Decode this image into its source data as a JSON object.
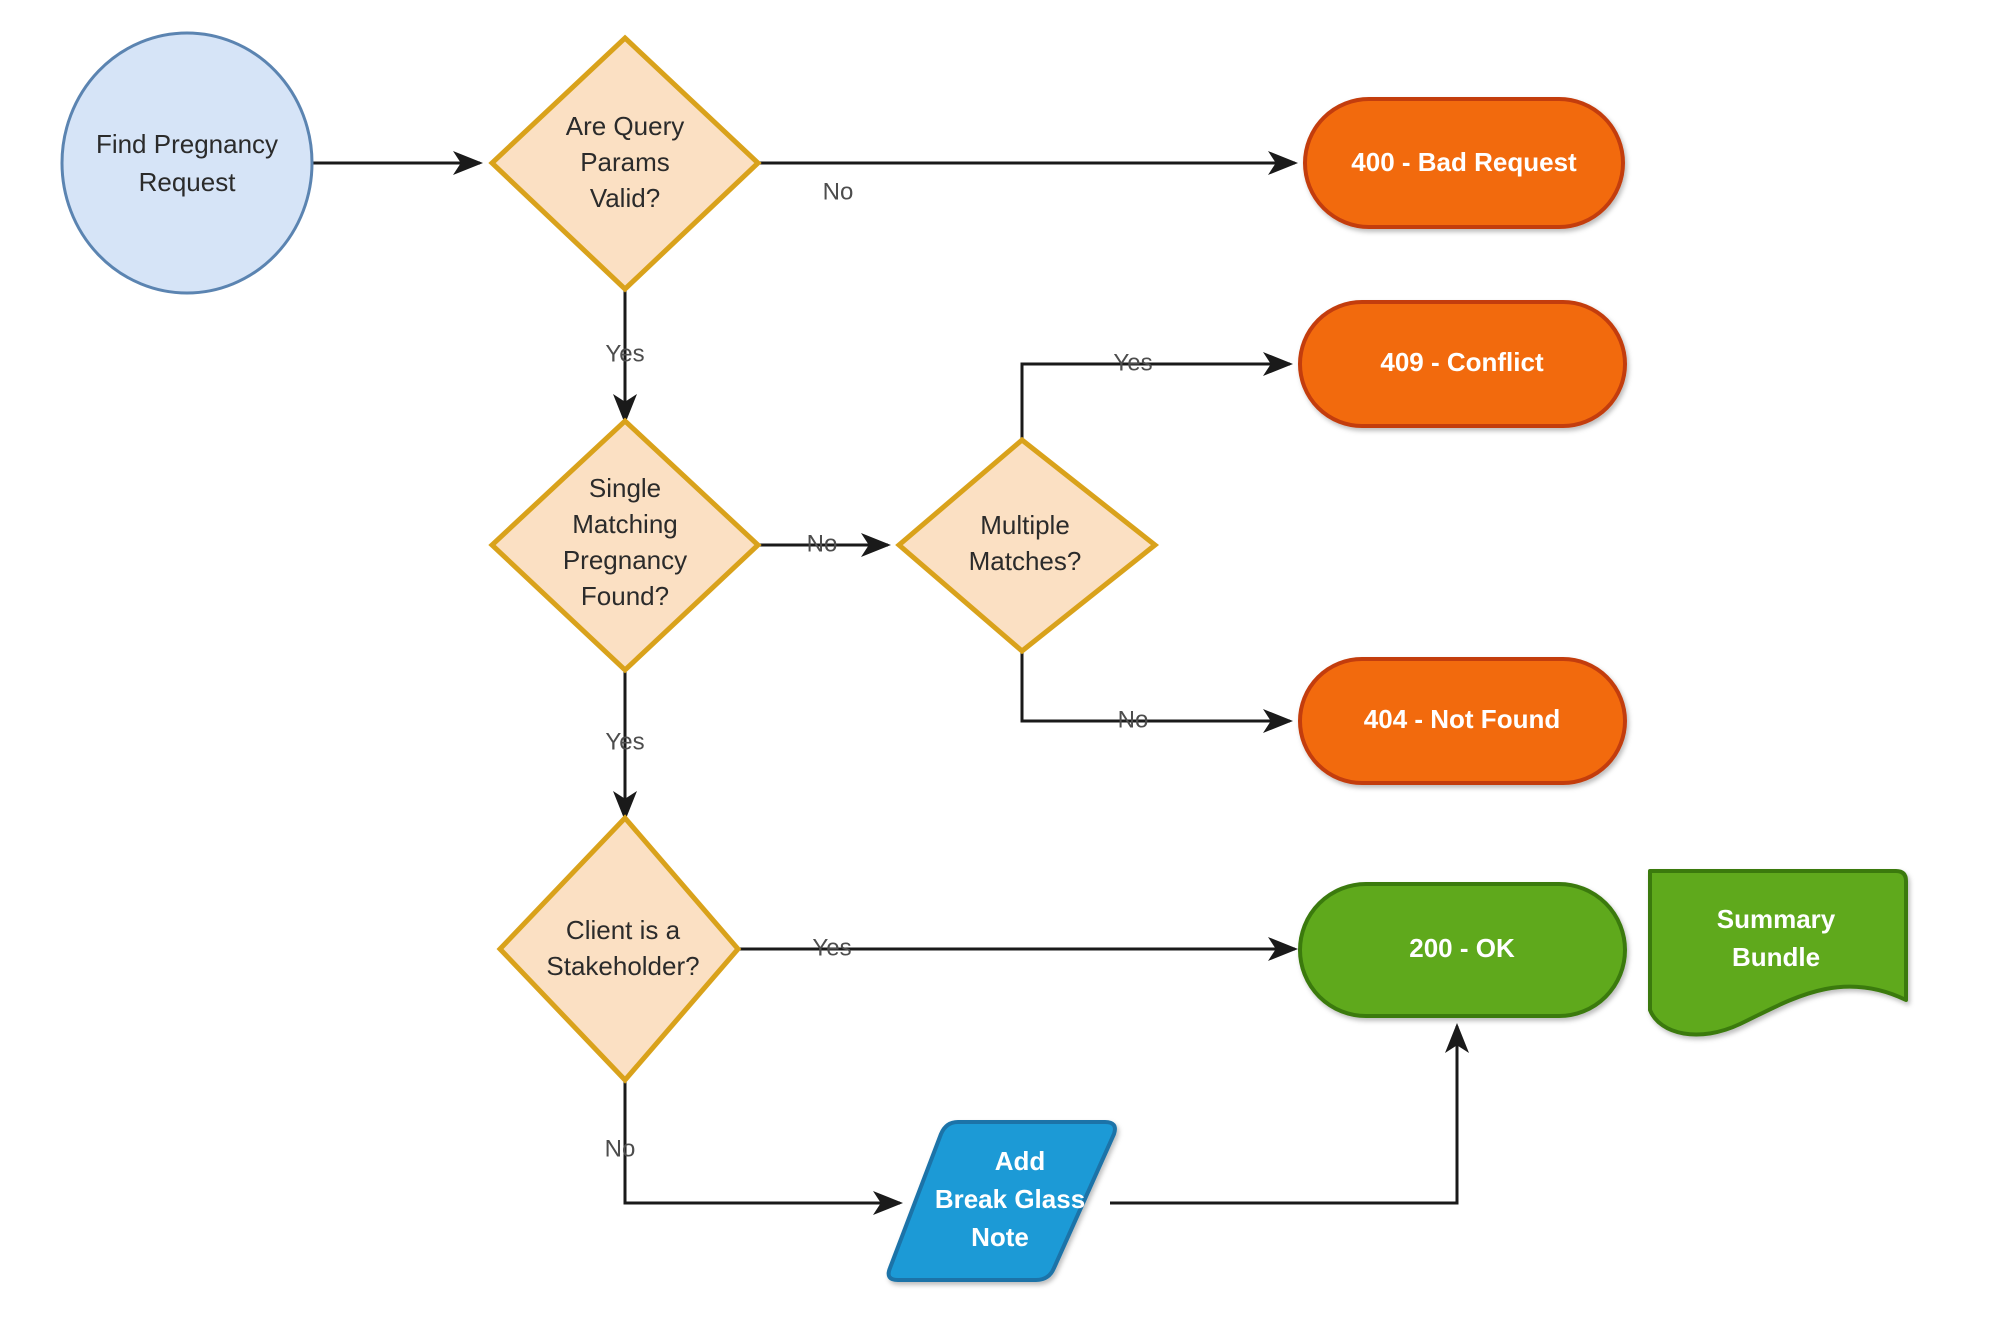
{
  "diagram": {
    "title": "Find Pregnancy Request Flow",
    "background": "#ffffff",
    "palette": {
      "start_fill": "#D6E4F7",
      "start_stroke": "#5B84B1",
      "decision_fill": "#FBE0C3",
      "decision_stroke": "#D9A21B",
      "error_fill": "#F26B0F",
      "error_stroke": "#C33C0A",
      "success_fill": "#5EA91E",
      "success_stroke": "#3A7A0E",
      "process_fill": "#1E9AD6",
      "process_stroke": "#1A73A8",
      "edge_color": "#1a1a1a",
      "label_dark": "#4d4d4d",
      "label_light": "#ffffff"
    }
  },
  "nodes": {
    "start": {
      "id": "find-pregnancy-request",
      "shape": "ellipse",
      "lines": [
        "Find Pregnancy",
        "Request"
      ],
      "text": "Find Pregnancy Request"
    },
    "decision_params": {
      "id": "are-query-params-valid",
      "shape": "diamond",
      "lines": [
        "Are Query",
        "Params",
        "Valid?"
      ],
      "text": "Are Query Params Valid?"
    },
    "decision_single": {
      "id": "single-matching-pregnancy-found",
      "shape": "diamond",
      "lines": [
        "Single",
        "Matching",
        "Pregnancy",
        "Found?"
      ],
      "text": "Single Matching Pregnancy Found?"
    },
    "decision_multiple": {
      "id": "multiple-matches",
      "shape": "diamond",
      "lines": [
        "Multiple",
        "Matches?"
      ],
      "text": "Multiple Matches?"
    },
    "decision_stakeholder": {
      "id": "client-is-a-stakeholder",
      "shape": "diamond",
      "lines": [
        "Client is a",
        "Stakeholder?"
      ],
      "text": "Client is a Stakeholder?"
    },
    "bad_request": {
      "id": "400-bad-request",
      "shape": "stadium",
      "lines": [
        "400 - Bad Request"
      ],
      "text": "400 - Bad Request"
    },
    "conflict": {
      "id": "409-conflict",
      "shape": "stadium",
      "lines": [
        "409 - Conflict"
      ],
      "text": "409 - Conflict"
    },
    "not_found": {
      "id": "404-not-found",
      "shape": "stadium",
      "lines": [
        "404 - Not Found"
      ],
      "text": "404 - Not Found"
    },
    "ok": {
      "id": "200-ok",
      "shape": "stadium",
      "lines": [
        "200 - OK"
      ],
      "text": "200 - OK"
    },
    "break_glass": {
      "id": "add-break-glass-note",
      "shape": "parallelogram",
      "lines": [
        "Add",
        "Break Glass",
        "Note"
      ],
      "text": "Add Break Glass Note"
    },
    "summary_bundle": {
      "id": "summary-bundle",
      "shape": "document",
      "lines": [
        "Summary",
        "Bundle"
      ],
      "text": "Summary Bundle"
    }
  },
  "edges": [
    {
      "id": "start-to-params",
      "from": "find-pregnancy-request",
      "to": "are-query-params-valid",
      "label": ""
    },
    {
      "id": "params-no",
      "from": "are-query-params-valid",
      "to": "400-bad-request",
      "label": "No"
    },
    {
      "id": "params-yes",
      "from": "are-query-params-valid",
      "to": "single-matching-pregnancy-found",
      "label": "Yes"
    },
    {
      "id": "single-no",
      "from": "single-matching-pregnancy-found",
      "to": "multiple-matches",
      "label": "No"
    },
    {
      "id": "multiple-yes",
      "from": "multiple-matches",
      "to": "409-conflict",
      "label": "Yes"
    },
    {
      "id": "multiple-no",
      "from": "multiple-matches",
      "to": "404-not-found",
      "label": "No"
    },
    {
      "id": "single-yes",
      "from": "single-matching-pregnancy-found",
      "to": "client-is-a-stakeholder",
      "label": "Yes"
    },
    {
      "id": "stakeholder-yes",
      "from": "client-is-a-stakeholder",
      "to": "200-ok",
      "label": "Yes"
    },
    {
      "id": "stakeholder-no",
      "from": "client-is-a-stakeholder",
      "to": "add-break-glass-note",
      "label": "No"
    },
    {
      "id": "breakglass-to-ok",
      "from": "add-break-glass-note",
      "to": "200-ok",
      "label": ""
    }
  ]
}
